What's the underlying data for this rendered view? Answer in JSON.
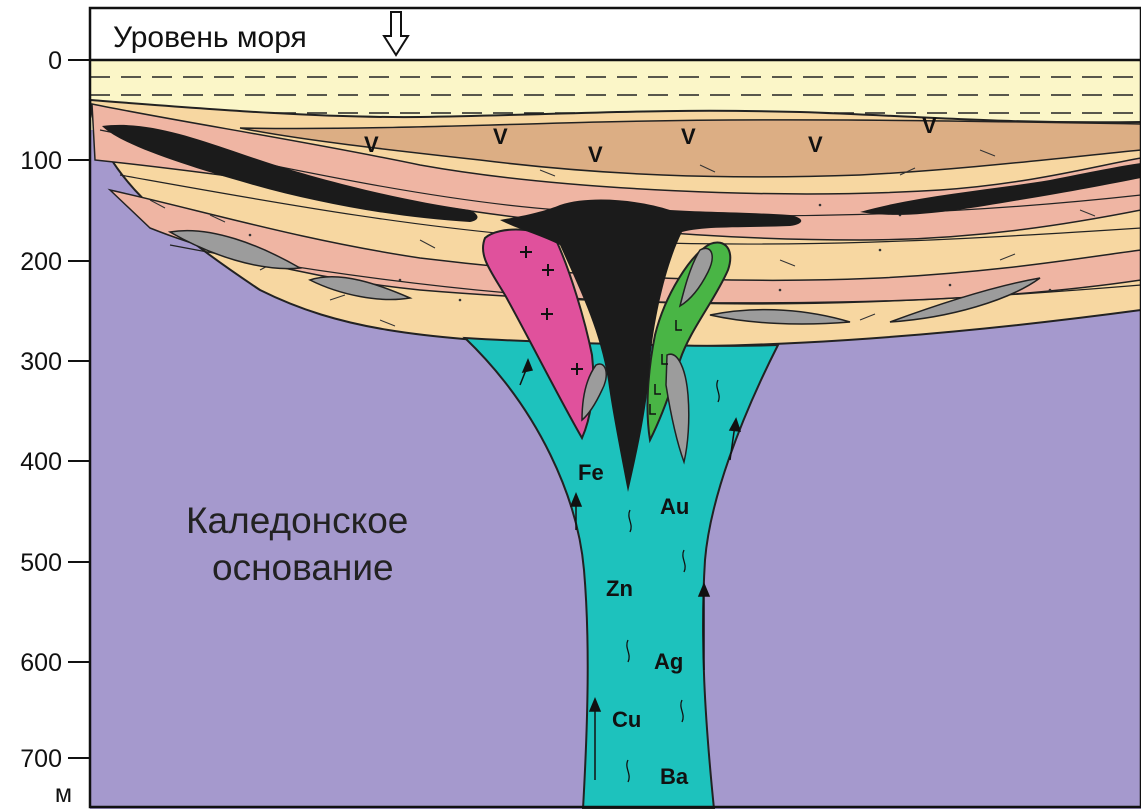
{
  "sea_level_label": "Уровень моря",
  "basement_label": {
    "line1": "Каледонское",
    "line2": "основание"
  },
  "depth_axis": {
    "unit": "м",
    "ticks": [
      "0",
      "100",
      "200",
      "300",
      "400",
      "500",
      "600",
      "700"
    ]
  },
  "elements": [
    "Fe",
    "Au",
    "Zn",
    "Ag",
    "Cu",
    "Ba"
  ],
  "colors": {
    "basement": "#a599cd",
    "water": "#fbf6c8",
    "sandstone_light": "#f7d7a1",
    "sandstone_pink": "#efb5a3",
    "volcanic_tan": "#dcae84",
    "feeder_channel": "#1dc2bd",
    "granite": "#e0519c",
    "greenstone": "#49b545",
    "massive_sulfide": "#1b1b1b",
    "lenses": "#9c9c9c"
  }
}
